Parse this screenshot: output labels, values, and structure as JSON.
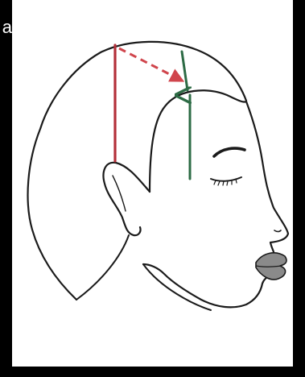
{
  "caption": {
    "fragment": "a"
  },
  "diagram": {
    "subject": "head-profile",
    "colors": {
      "outline": "#1a1a1a",
      "red_line": "#b3303a",
      "red_arrow": "#d0454c",
      "green_line": "#2d6b45",
      "lips": "#8a8a8a",
      "background": "#000000",
      "panel": "#ffffff"
    },
    "icons": [
      "head-outline-icon",
      "ear-icon",
      "face-profile-icon",
      "eyebrow-icon",
      "closed-eye-icon",
      "lips-icon",
      "hairline-icon"
    ],
    "lines": [
      {
        "name": "red-vertical-line",
        "style": "solid",
        "color_key": "red_line"
      },
      {
        "name": "red-dashed-arrow",
        "style": "dashed",
        "color_key": "red_arrow"
      },
      {
        "name": "green-vertical-arrow",
        "style": "solid",
        "color_key": "green_line"
      }
    ]
  }
}
